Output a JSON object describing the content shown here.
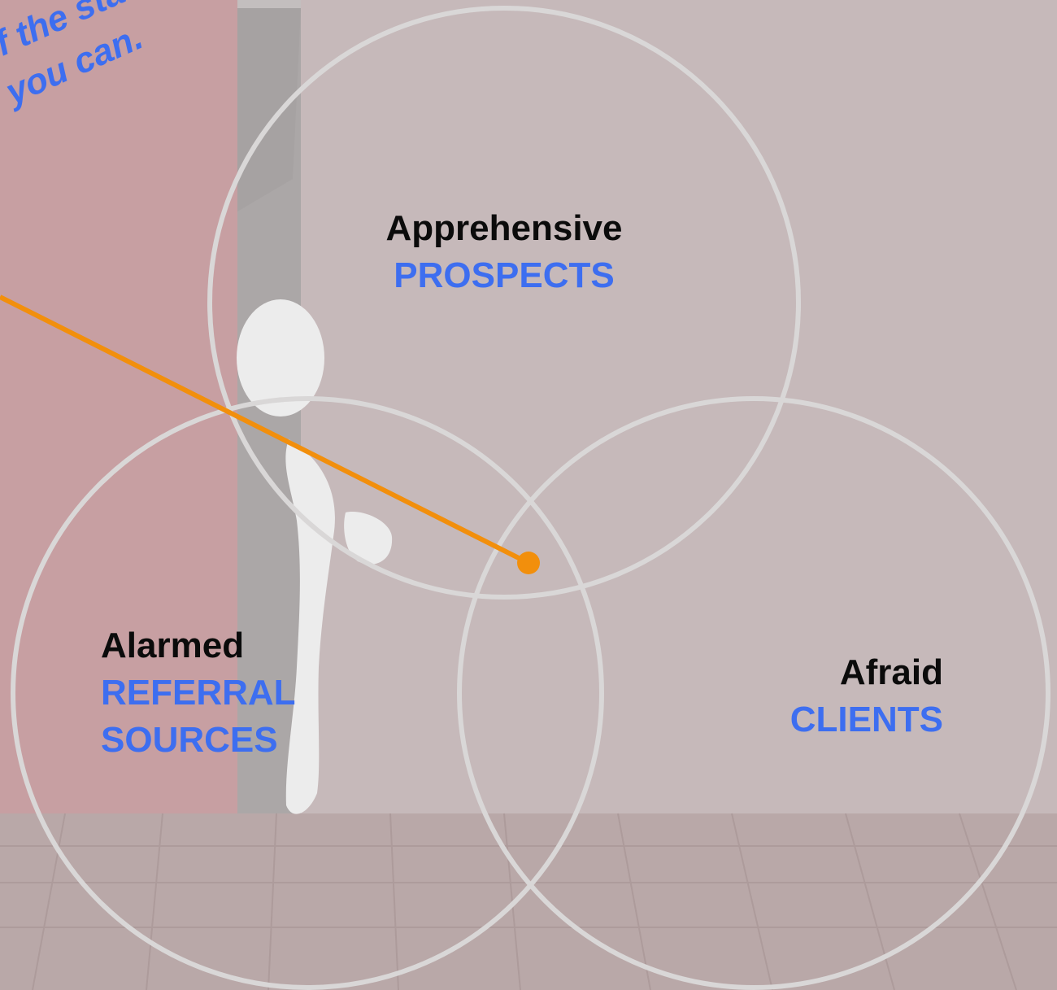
{
  "colors": {
    "accent": "#3d6ef0",
    "pointer": "#f28f0c",
    "circle_stroke": "#d9d7d7",
    "background": "#c3bebe",
    "curtain": "#c79fa2"
  },
  "quote": {
    "line1": "of the sta",
    "line2": "y you can."
  },
  "circles": [
    {
      "id": "prospects",
      "title": "Apprehensive",
      "subtitle": "PROSPECTS"
    },
    {
      "id": "referral",
      "title": "Alarmed",
      "subtitle_line1": "REFERRAL",
      "subtitle_line2": "SOURCES"
    },
    {
      "id": "clients",
      "title": "Afraid",
      "subtitle": "CLIENTS"
    }
  ],
  "illustration": {
    "icon": "figure-peeking-from-curtain-icon"
  }
}
